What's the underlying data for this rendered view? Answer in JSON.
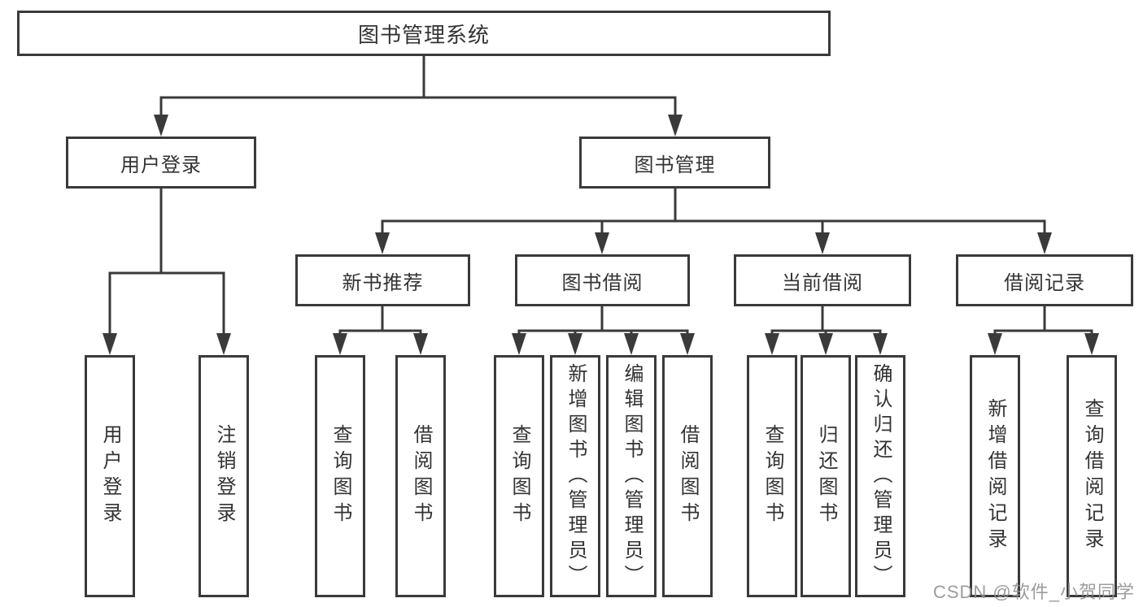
{
  "diagram": {
    "title": "图书管理系统",
    "level2": {
      "user_login": "用户登录",
      "book_mgmt": "图书管理"
    },
    "level3": {
      "new_book": "新书推荐",
      "borrow": "图书借阅",
      "current": "当前借阅",
      "records": "借阅记录"
    },
    "leaves": {
      "user_login_leaf": "用户登录",
      "logout": "注销登录",
      "nb_query": "查询图书",
      "nb_borrow": "借阅图书",
      "bw_query": "查询图书",
      "bw_add": "新增图书（管理员）",
      "bw_edit": "编辑图书（管理员）",
      "bw_borrow": "借阅图书",
      "cb_query": "查询图书",
      "cb_return": "归还图书",
      "cb_confirm": "确认归还（管理员）",
      "rec_add": "新增借阅记录",
      "rec_query": "查询借阅记录"
    }
  },
  "watermark": {
    "text": "CSDN @软件_小贺同学"
  },
  "colors": {
    "line": "#3a3a3a",
    "box_border": "#3a3a3a",
    "text": "#333333",
    "watermark": "#919191",
    "background": "#ffffff"
  }
}
